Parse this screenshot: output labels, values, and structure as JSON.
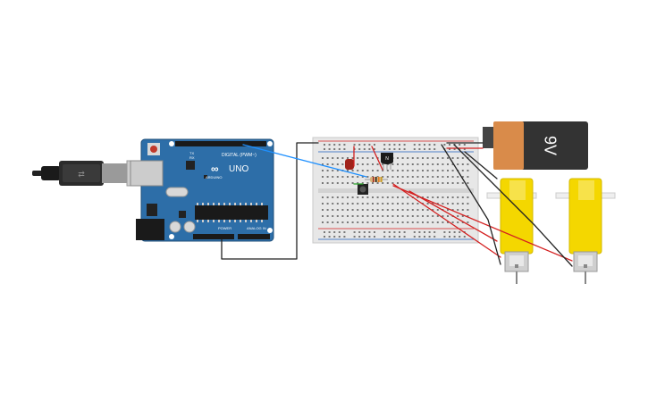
{
  "arduino": {
    "board_name": "UNO",
    "brand": "ARDUINO",
    "digital_label": "DIGITAL (PWM~)",
    "power_label": "POWER",
    "analog_label": "ANALOG IN",
    "tx_label": "TX",
    "rx_label": "RX",
    "logo_glyph": "∞"
  },
  "battery": {
    "voltage_label": "9V",
    "body_color": "#333333",
    "label_color": "#d98b4a"
  },
  "transistor": {
    "marking": "N"
  },
  "colors": {
    "board_blue": "#2d6ea8",
    "motor_yellow": "#f4d700",
    "wire_red": "#d42020",
    "wire_black": "#222222",
    "wire_blue": "#1e90ff",
    "wire_green": "#2aa52a"
  }
}
